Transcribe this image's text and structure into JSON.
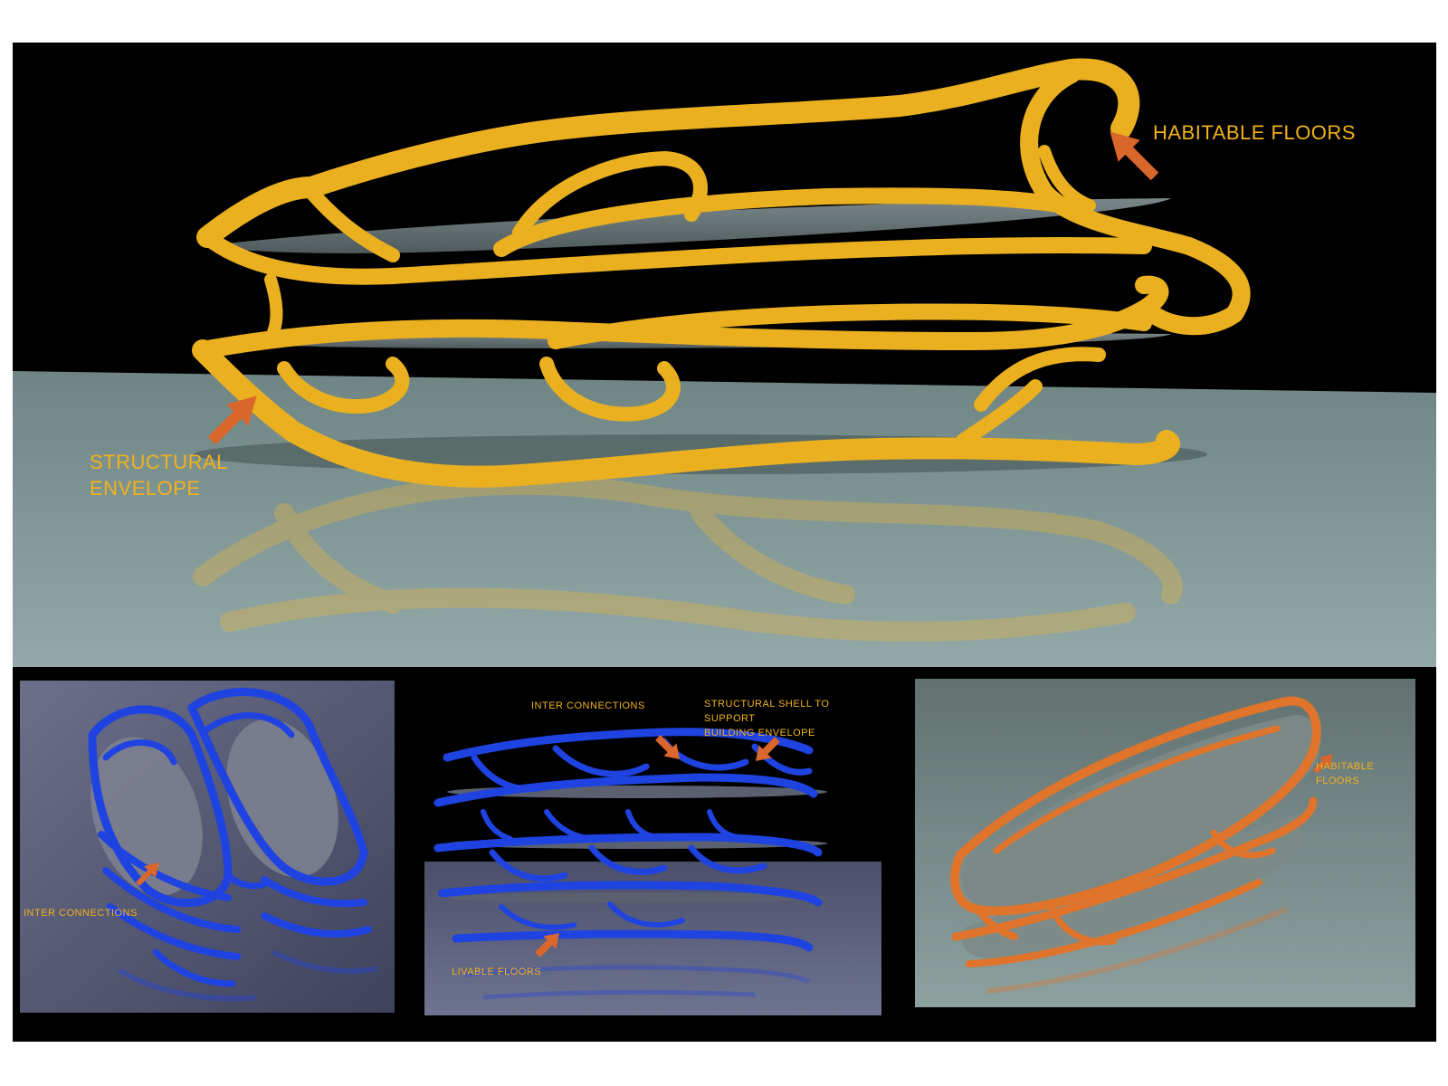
{
  "colors": {
    "background": "#000000",
    "page": "#ffffff",
    "label_text": "#f2b21c",
    "arrow": "#d9662b",
    "envelope_yellow": "#eab020",
    "envelope_blue": "#1f43e0",
    "envelope_orange": "#e0742a",
    "floor_plate": "#5f6b6e",
    "ground": "#7f9796"
  },
  "main_render": {
    "labels": {
      "habitable_floors": "HABITABLE FLOORS",
      "structural_envelope": "STRUCTURAL\nENVELOPE"
    }
  },
  "bottom_left_render": {
    "labels": {
      "inter_connections": "INTER CONNECTIONS"
    }
  },
  "bottom_center_render": {
    "labels": {
      "inter_connections": "INTER CONNECTIONS",
      "structural_shell": "STRUCTURAL SHELL TO SUPPORT\nBUILDING ENVELOPE",
      "livable_floors": "LIVABLE FLOORS"
    }
  },
  "bottom_right_render": {
    "labels": {
      "habitable_floors": "HABITABLE FLOORS"
    }
  }
}
